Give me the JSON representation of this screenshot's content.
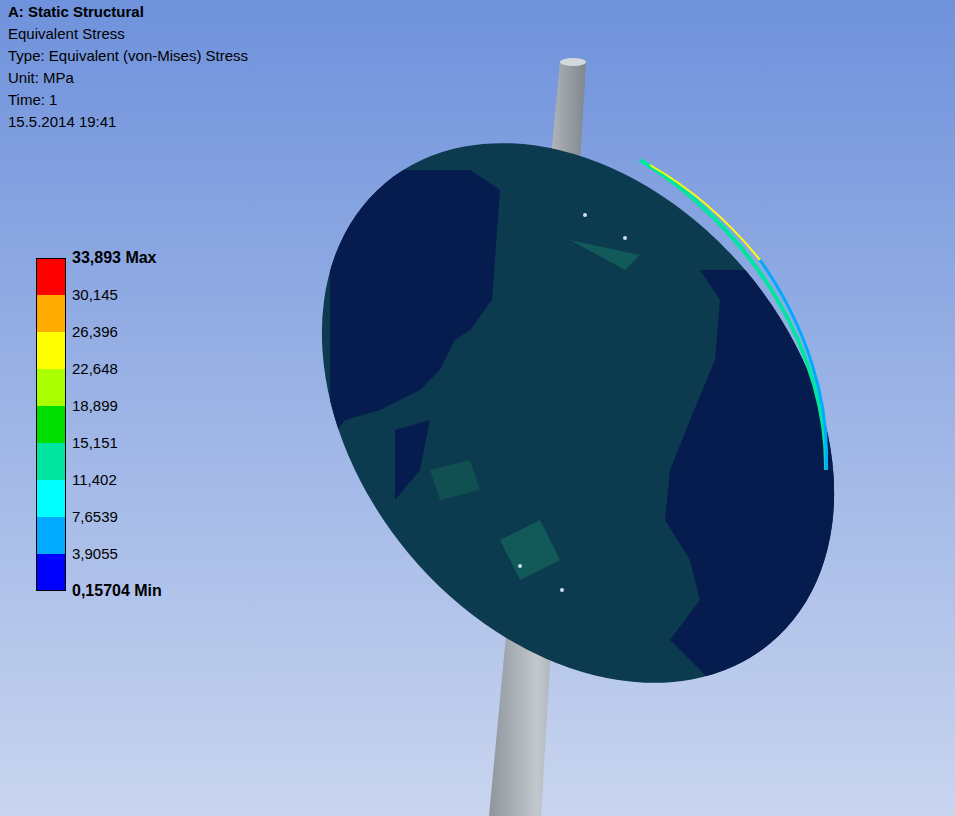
{
  "diagram": {
    "title": "A: Static Structural",
    "labels": [
      "Equivalent Stress",
      "Type: Equivalent (von-Mises) Stress",
      "Unit: MPa",
      "Time: 1",
      "15.5.2014 19:41",
      "0,15704 Min"
    ],
    "legend": [
      {
        "text": "33,893 Max",
        "color": "#ff0000"
      },
      {
        "text": "30,145",
        "color": "#ffaa00"
      },
      {
        "text": "26,396",
        "color": "#ffff00"
      },
      {
        "text": "22,648",
        "color": "#aaff00"
      },
      {
        "text": "18,899",
        "color": "#00dd00"
      },
      {
        "text": "15,151",
        "color": "#00e6a0"
      },
      {
        "text": "11,402",
        "color": "#00ffff"
      },
      {
        "text": "7,6539",
        "color": "#00aaff"
      },
      {
        "text": "3,9055",
        "color": "#0000ff"
      }
    ]
  }
}
